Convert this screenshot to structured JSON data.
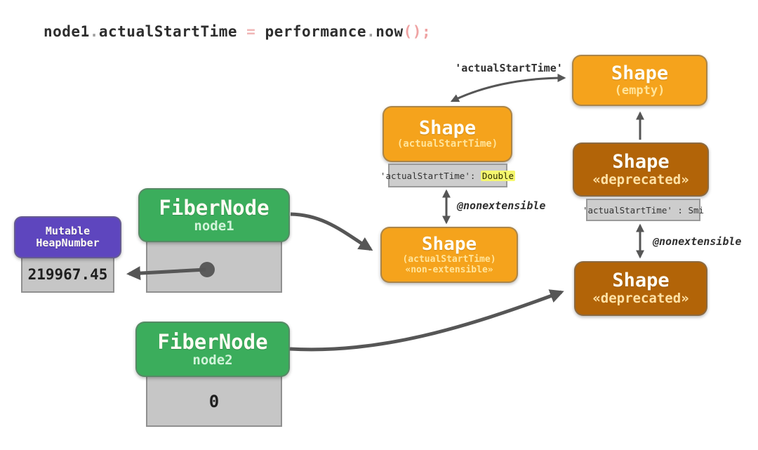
{
  "code_line": {
    "object": "node1",
    "dot1": ".",
    "property": "actualStartTime",
    "operator": " = ",
    "api": "performance",
    "dot2": ".",
    "method": "now",
    "parens": "()",
    "semicolon": ";"
  },
  "edge_labels": {
    "transition_property": "'actualStartTime'",
    "nonextensible_top": "@nonextensible",
    "nonextensible_bottom": "@nonextensible"
  },
  "shapes": {
    "empty": {
      "title": "Shape",
      "subtitle": "(empty)"
    },
    "actual_start_time": {
      "title": "Shape",
      "subtitle": "(actualStartTime)"
    },
    "actual_start_time_nonextensible": {
      "title": "Shape",
      "subtitle": "(actualStartTime)",
      "modifier": "«non-extensible»"
    },
    "deprecated_top": {
      "title": "Shape",
      "modifier": "«deprecated»"
    },
    "deprecated_bottom": {
      "title": "Shape",
      "modifier": "«deprecated»"
    }
  },
  "descriptor_tables": {
    "double": {
      "key": "'actualStartTime':",
      "value": "Double"
    },
    "smi": {
      "key": "'actualStartTime' :",
      "value": "Smi"
    }
  },
  "fiber_nodes": {
    "node1": {
      "title": "FiberNode",
      "name": "node1"
    },
    "node2": {
      "title": "FiberNode",
      "name": "node2",
      "value": "0"
    }
  },
  "heap_number": {
    "title_line1": "Mutable",
    "title_line2": "HeapNumber",
    "value": "219967.45"
  },
  "colors": {
    "shape_orange": "#f5a31c",
    "shape_deprecated_brown": "#b26408",
    "fiber_green": "#3bad5c",
    "heap_purple": "#5e46be",
    "slot_gray": "#c6c6c6",
    "arrow_gray": "#565656",
    "value_highlight_yellow": "#f5f76e",
    "code_punct_pink": "#efa3a3"
  }
}
